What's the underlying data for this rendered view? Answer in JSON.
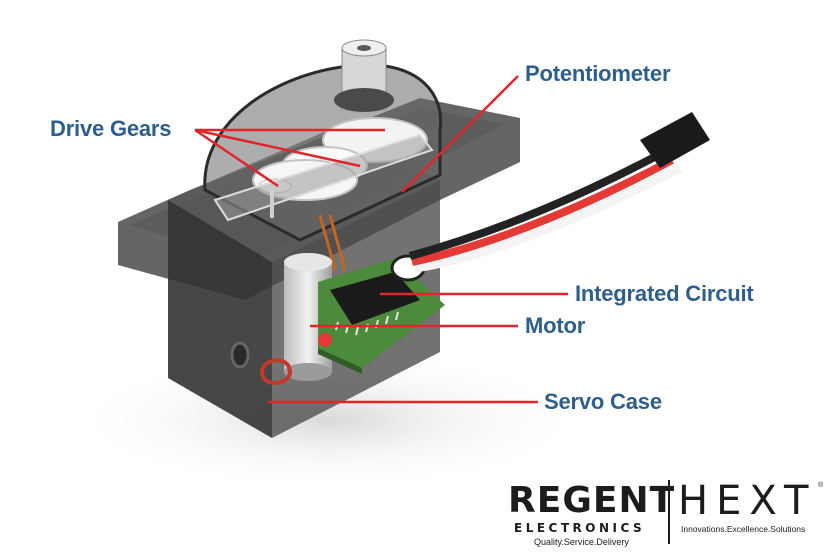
{
  "labels": {
    "potentiometer": "Potentiometer",
    "drive_gears": "Drive Gears",
    "integrated_circuit": "Integrated Circuit",
    "motor": "Motor",
    "servo_case": "Servo Case"
  },
  "logo": {
    "regent_name": "REGENT",
    "regent_sub": "ELECTRONICS",
    "regent_tagline": "Quality.Service.Delivery",
    "hext_name": "HEXT",
    "hext_registered": "®",
    "hext_tagline": "Innovations.Excellence.Solutions"
  },
  "colors": {
    "label_text": "#2d5e8e",
    "leader_line": "#e0252b",
    "pcb": "#4c8a3c",
    "case": "#3c3c3c"
  }
}
